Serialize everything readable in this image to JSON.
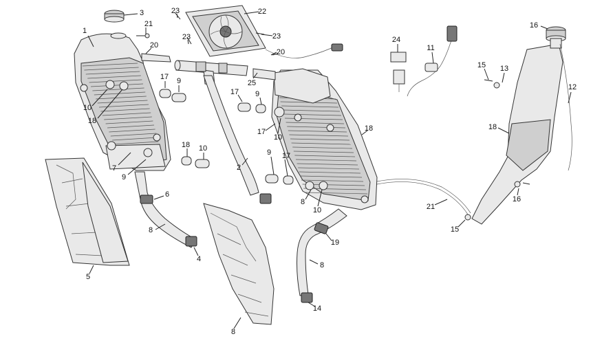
{
  "diagram": {
    "callouts": [
      "3",
      "1",
      "21",
      "20",
      "23",
      "22",
      "23",
      "23",
      "20",
      "25",
      "24",
      "11",
      "16",
      "15",
      "13",
      "12",
      "18",
      "17",
      "9",
      "10",
      "18",
      "17",
      "9",
      "10",
      "17",
      "18",
      "10",
      "9",
      "7",
      "2",
      "18",
      "17",
      "9",
      "10",
      "8",
      "6",
      "8",
      "4",
      "5",
      "8",
      "19",
      "8",
      "14",
      "21",
      "15",
      "16"
    ]
  }
}
